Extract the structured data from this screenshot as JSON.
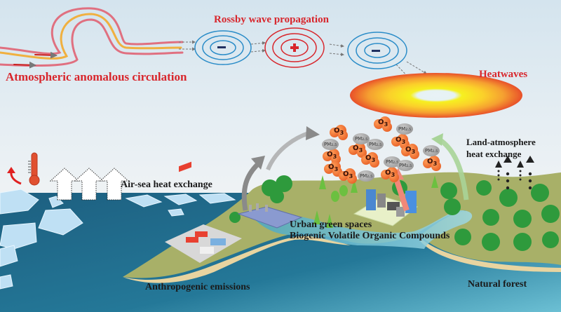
{
  "labels": {
    "atmospheric_circulation": "Atmospheric anomalous circulation",
    "rossby_wave": "Rossby wave propagation",
    "heatwaves": "Heatwaves",
    "air_sea": "Air-sea heat exchange",
    "land_atmosphere_line1": "Land-atmosphere",
    "land_atmosphere_line2": "heat exchange",
    "urban_line1": "Urban green spaces",
    "urban_line2": "Biogenic Volatile Organic Compounds",
    "anthropogenic": "Anthropogenic emissions",
    "natural_forest": "Natural forest"
  },
  "rossby_centers": [
    {
      "sign": "−",
      "type": "low",
      "color": "#2a8cc8"
    },
    {
      "sign": "+",
      "type": "high",
      "color": "#d8262c"
    },
    {
      "sign": "−",
      "type": "low",
      "color": "#2a8cc8"
    }
  ],
  "pollutants": {
    "o3_label": "O",
    "o3_sub": "3",
    "pm_label": "PM₂.₅"
  },
  "colors": {
    "title_red": "#d8262c",
    "ocean": "#1f6e90",
    "land": "#a8b068",
    "heat_outer": "#e8552a",
    "heat_inner": "#f8f020"
  }
}
